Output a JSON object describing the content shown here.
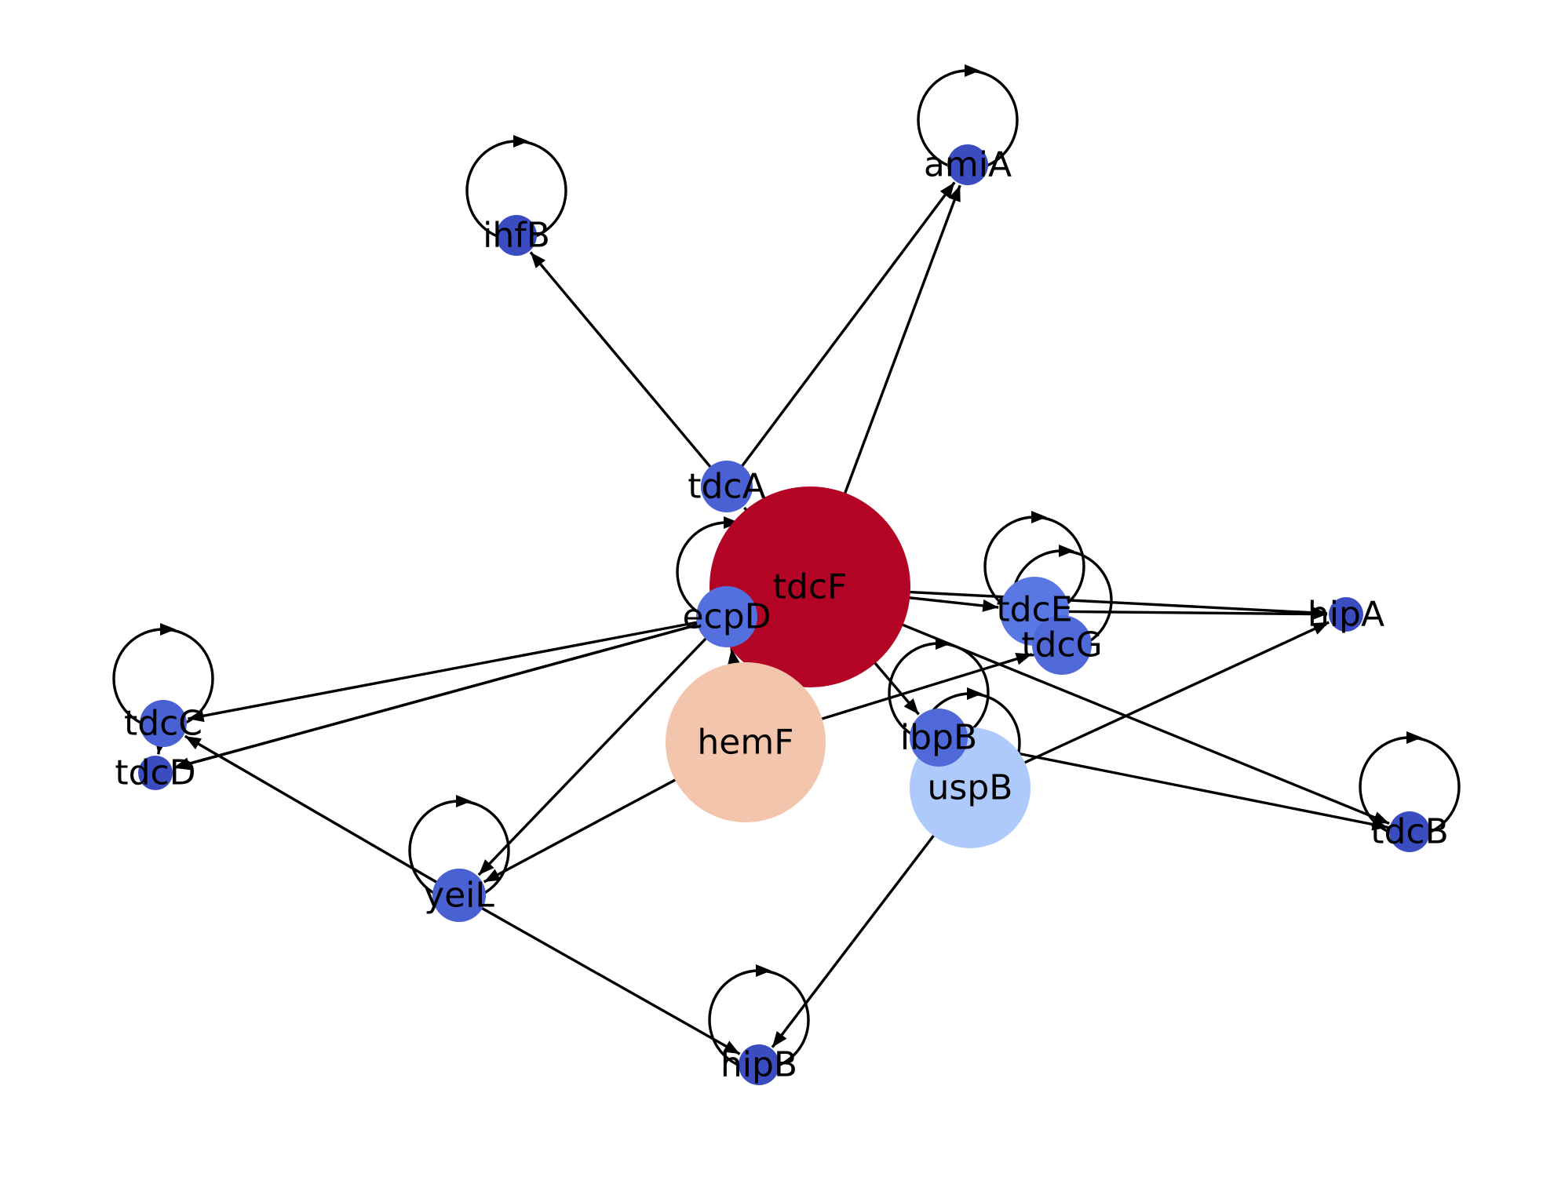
{
  "colors": {
    "edge": "#000000",
    "label": "#000000",
    "background": "#ffffff"
  },
  "nodes": [
    {
      "id": "tdcF",
      "label": "tdcF",
      "color": "#b40426"
    },
    {
      "id": "hemF",
      "label": "hemF",
      "color": "#f4c5ad"
    },
    {
      "id": "uspB",
      "label": "uspB",
      "color": "#aec9fc"
    },
    {
      "id": "tdcE",
      "label": "tdcE",
      "color": "#5a78e4"
    },
    {
      "id": "tdcG",
      "label": "tdcG",
      "color": "#4f69d9"
    },
    {
      "id": "ecpD",
      "label": "ecpD",
      "color": "#5470de"
    },
    {
      "id": "tdcA",
      "label": "tdcA",
      "color": "#4961d2"
    },
    {
      "id": "ibpB",
      "label": "ibpB",
      "color": "#4f69d9"
    },
    {
      "id": "yeiL",
      "label": "yeiL",
      "color": "#4961d2"
    },
    {
      "id": "tdcC",
      "label": "tdcC",
      "color": "#4961d2"
    },
    {
      "id": "tdcD",
      "label": "tdcD",
      "color": "#3b4cc0"
    },
    {
      "id": "ihfB",
      "label": "ihfB",
      "color": "#3b4cc0"
    },
    {
      "id": "amiA",
      "label": "amiA",
      "color": "#3b4cc0"
    },
    {
      "id": "hipA",
      "label": "hipA",
      "color": "#3b4cc0"
    },
    {
      "id": "tdcB",
      "label": "tdcB",
      "color": "#3b4cc0"
    },
    {
      "id": "hipB",
      "label": "hipB",
      "color": "#3b4cc0"
    }
  ],
  "edges": [
    [
      "tdcF",
      "amiA"
    ],
    [
      "tdcF",
      "tdcA"
    ],
    [
      "tdcF",
      "tdcE"
    ],
    [
      "tdcF",
      "hipA"
    ],
    [
      "tdcF",
      "ibpB"
    ],
    [
      "tdcF",
      "tdcB"
    ],
    [
      "tdcA",
      "ihfB"
    ],
    [
      "tdcA",
      "amiA"
    ],
    [
      "tdcE",
      "hipA"
    ],
    [
      "ecpD",
      "tdcC"
    ],
    [
      "ecpD",
      "tdcD"
    ],
    [
      "ecpD",
      "tdcD"
    ],
    [
      "hemF",
      "ecpD"
    ],
    [
      "hemF",
      "tdcG"
    ],
    [
      "hemF",
      "yeiL"
    ],
    [
      "ecpD",
      "yeiL"
    ],
    [
      "ibpB",
      "tdcB"
    ],
    [
      "uspB",
      "hipA"
    ],
    [
      "uspB",
      "hipB"
    ],
    [
      "yeiL",
      "tdcC"
    ],
    [
      "yeiL",
      "hipB"
    ],
    [
      "tdcC",
      "tdcD"
    ]
  ],
  "self_loops": [
    "ihfB",
    "amiA",
    "ecpD",
    "tdcE",
    "tdcG",
    "tdcC",
    "ibpB",
    "uspB",
    "yeiL",
    "hipB",
    "tdcB"
  ]
}
